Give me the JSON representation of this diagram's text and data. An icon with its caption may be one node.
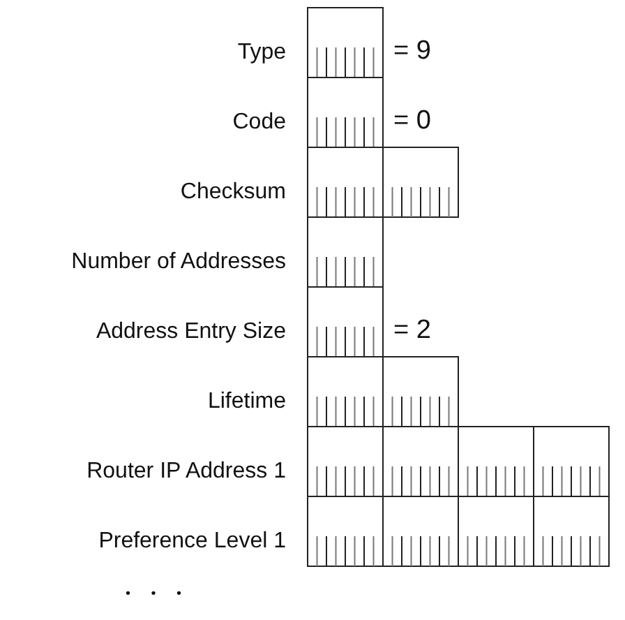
{
  "diagram": {
    "nodes": [
      {
        "text": [
          "= 9"
        ],
        "beside": [
          "Type"
        ]
      },
      {
        "text": [
          "= 0"
        ],
        "beside": [
          "Code"
        ]
      },
      {
        "text": [],
        "shape": "box",
        "beside": [
          "Checksum"
        ]
      },
      {
        "text": [],
        "shape": "box",
        "beside": [
          "Number of Addresses"
        ]
      },
      {
        "text": [
          "= 2"
        ],
        "beside": [
          "Address Entry Size"
        ]
      },
      {
        "text": [],
        "shape": "box",
        "beside": [
          "Lifetime"
        ]
      },
      {
        "text": [],
        "shape": "box",
        "beside": [
          "Router IP Address 1"
        ]
      },
      {
        "text": [],
        "shape": "box",
        "beside": [
          "Preference Level 1"
        ]
      }
    ],
    "labels": [
      "• • •"
    ]
  }
}
